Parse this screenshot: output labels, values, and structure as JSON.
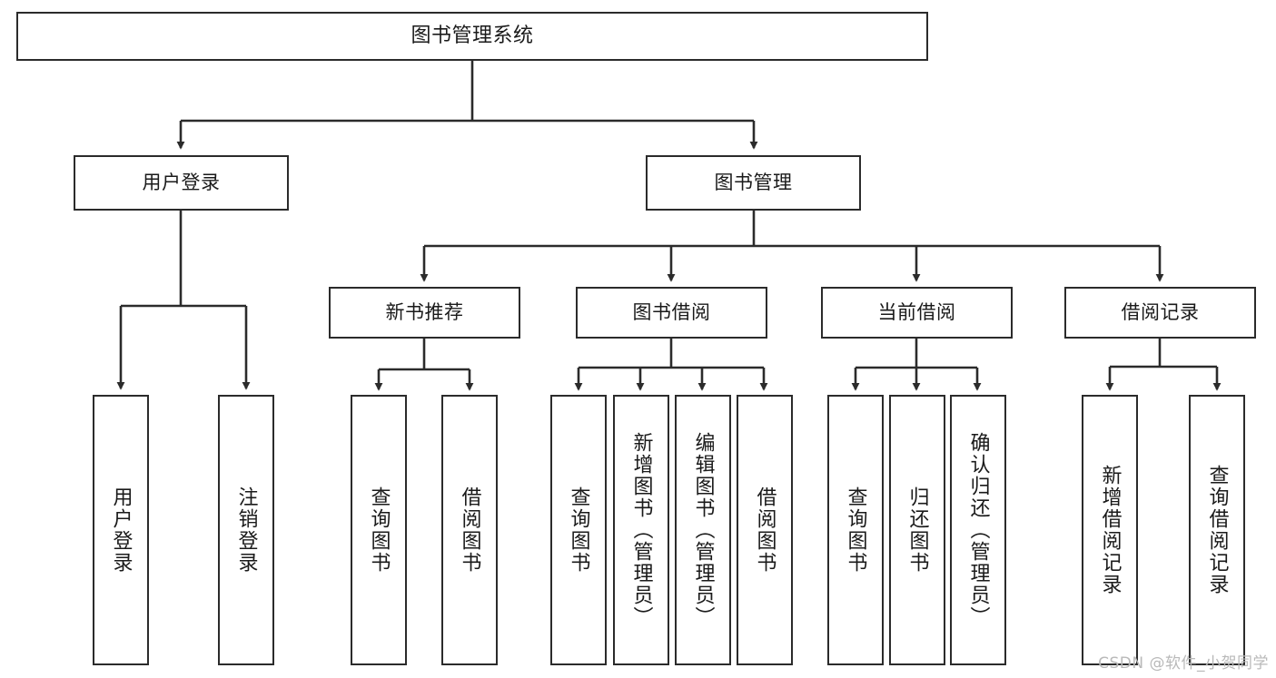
{
  "diagram": {
    "title": "图书管理系统",
    "type": "hierarchy-tree",
    "watermark": "CSDN @软件_小贺同学",
    "colors": {
      "background": "#ffffff",
      "box_border": "#2b2b2b",
      "box_fill": "#ffffff",
      "text": "#1a1a1a",
      "edge": "#2b2b2b",
      "watermark": "#b9b9b9"
    },
    "levels": {
      "root": "图书管理系统",
      "level2": [
        "用户登录",
        "图书管理"
      ],
      "level3": [
        "新书推荐",
        "图书借阅",
        "当前借阅",
        "借阅记录"
      ]
    },
    "nodes": {
      "root": {
        "label": "图书管理系统"
      },
      "user_login": {
        "label": "用户登录"
      },
      "book_manage": {
        "label": "图书管理"
      },
      "new_book_rec": {
        "label": "新书推荐"
      },
      "book_borrow": {
        "label": "图书借阅"
      },
      "current_borrow": {
        "label": "当前借阅"
      },
      "borrow_record": {
        "label": "借阅记录"
      },
      "leaf_user_login": {
        "label": "用户登录"
      },
      "leaf_logout": {
        "label": "注销登录"
      },
      "leaf_query_book_1": {
        "label": "查询图书"
      },
      "leaf_borrow_book_1": {
        "label": "借阅图书"
      },
      "leaf_query_book_2": {
        "label": "查询图书"
      },
      "leaf_add_book": {
        "label": "新增图书（管理员）"
      },
      "leaf_edit_book": {
        "label": "编辑图书（管理员）"
      },
      "leaf_borrow_book_2": {
        "label": "借阅图书"
      },
      "leaf_query_book_3": {
        "label": "查询图书"
      },
      "leaf_return_book": {
        "label": "归还图书"
      },
      "leaf_confirm_return": {
        "label": "确认归还（管理员）"
      },
      "leaf_add_record": {
        "label": "新增借阅记录"
      },
      "leaf_query_record": {
        "label": "查询借阅记录"
      }
    }
  }
}
